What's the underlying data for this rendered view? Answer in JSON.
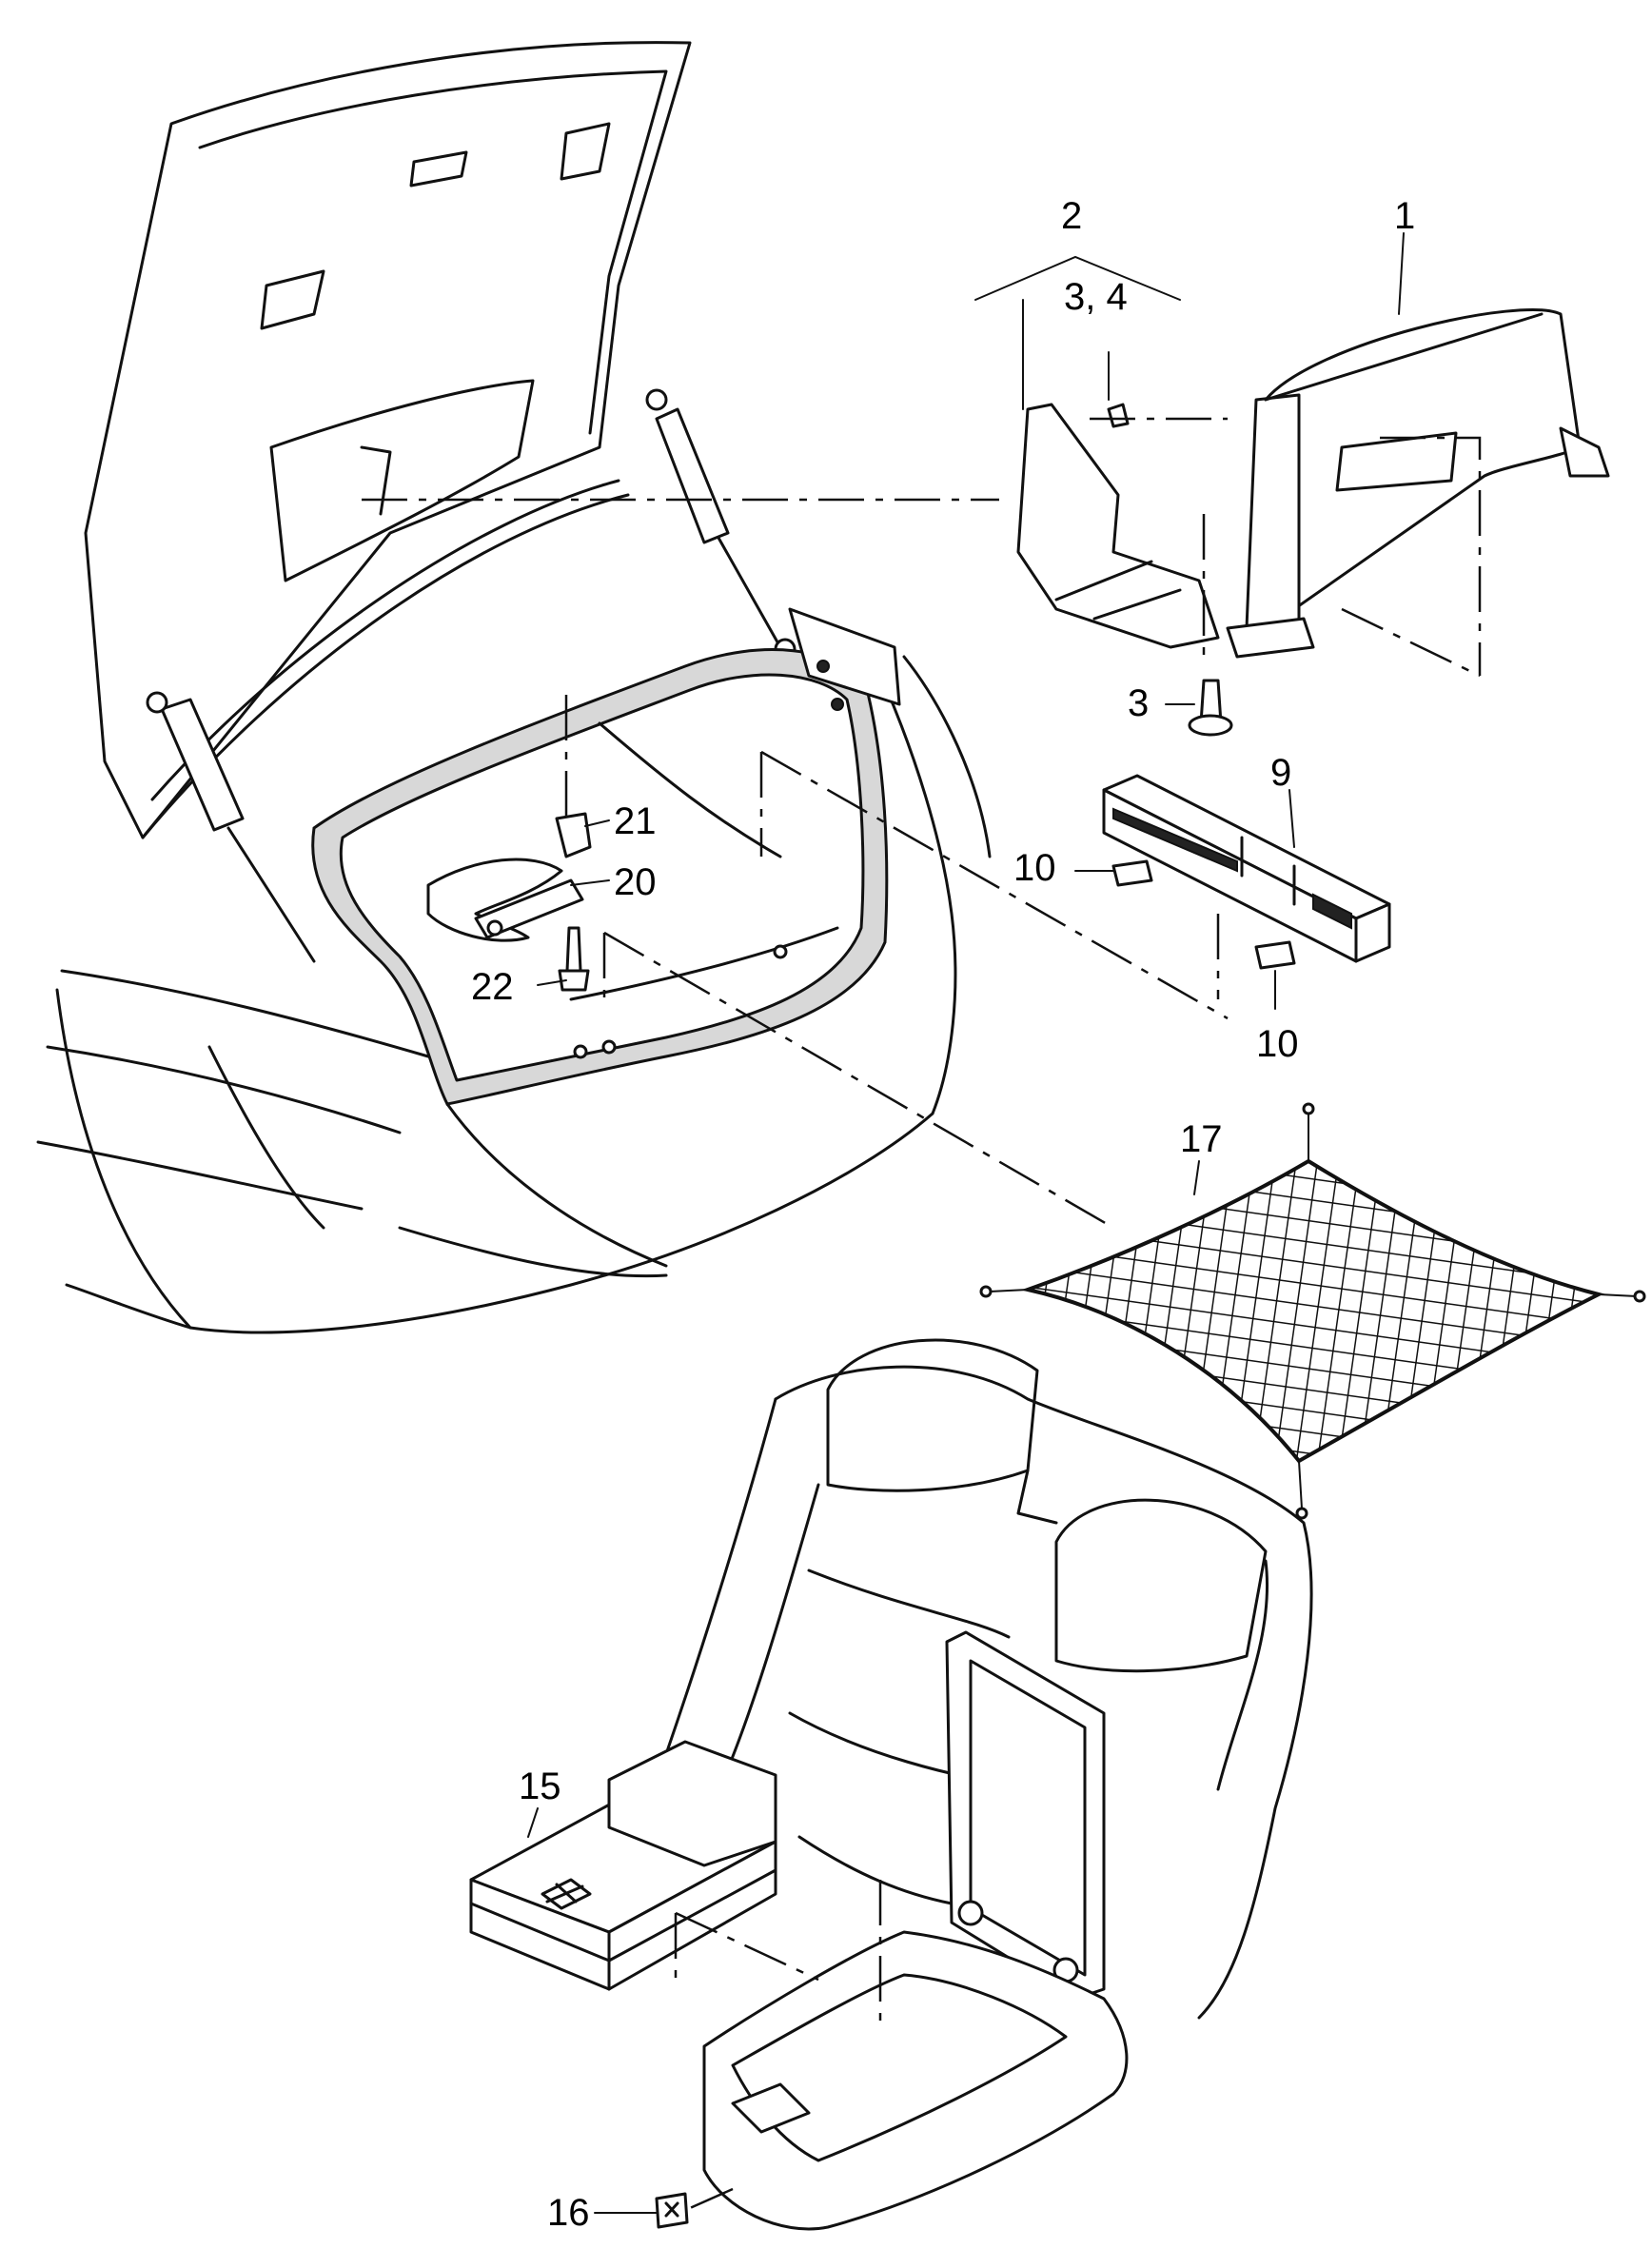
{
  "callouts": {
    "c1": "1",
    "c2": "2",
    "c34": "3, 4",
    "c3": "3",
    "c9": "9",
    "c10a": "10",
    "c10b": "10",
    "c15": "15",
    "c16": "16",
    "c17": "17",
    "c20": "20",
    "c21": "21",
    "c22": "22"
  }
}
